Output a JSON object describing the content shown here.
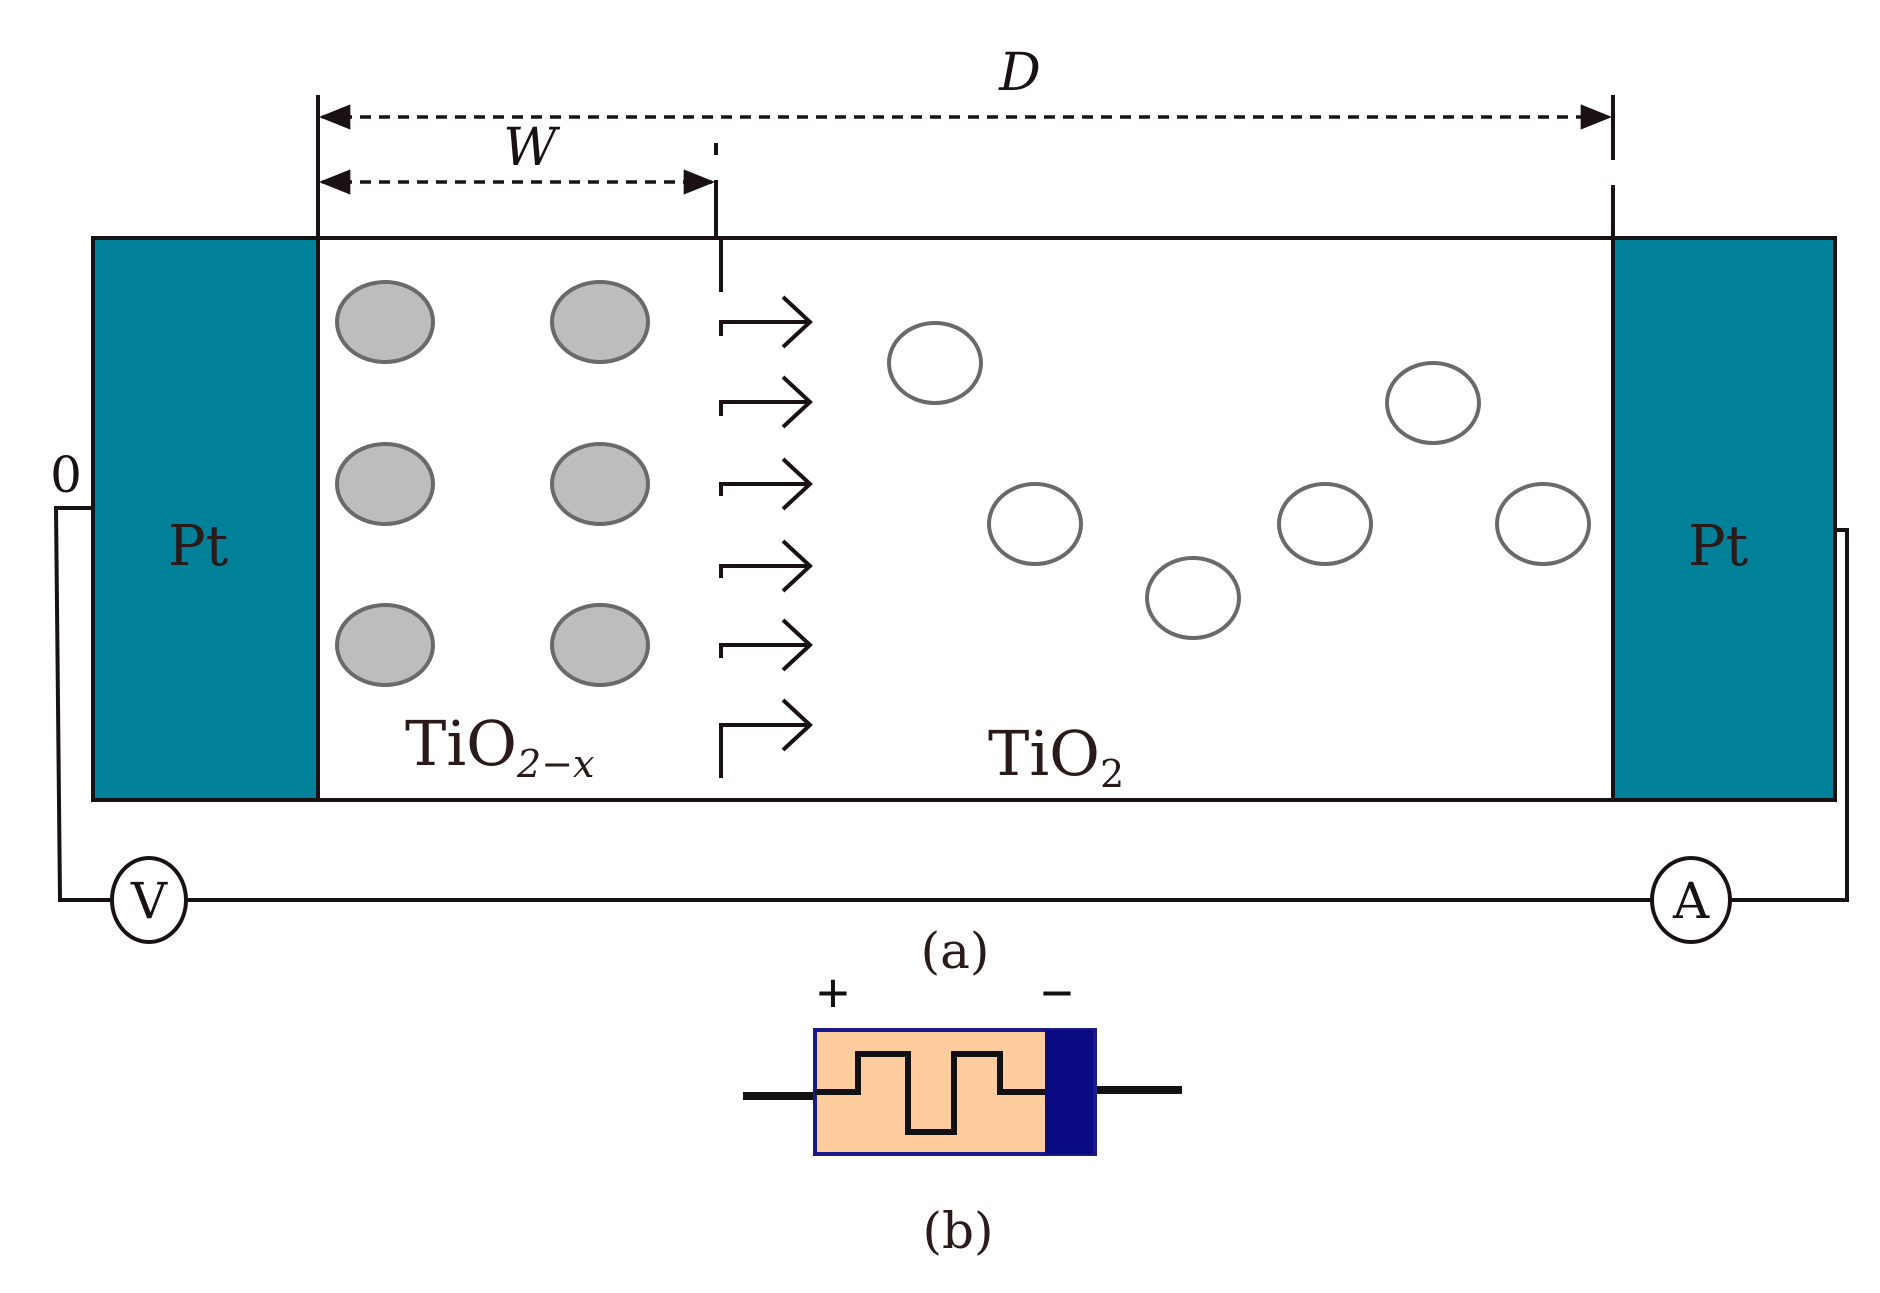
{
  "labels": {
    "d": "D",
    "w": "W",
    "pt_left": "Pt",
    "pt_right": "Pt",
    "tio2x_main": "TiO",
    "tio2x_sub": "2−x",
    "tio2_main": "TiO",
    "tio2_sub": "2",
    "zero": "0",
    "voltmeter": "V",
    "ammeter": "A",
    "caption_a": "(a)",
    "caption_b": "(b)",
    "plus": "+",
    "minus": "−"
  },
  "colors": {
    "electrode": "#00819a",
    "outline": "#1a1212",
    "doped_particle": "#bdbdbd",
    "memristor_body": "#ffcc9e",
    "memristor_band": "#0a0a82",
    "memristor_border": "#1a1a8a"
  },
  "icons": {
    "doped_particle": "filled-circle",
    "vacancy": "hollow-circle",
    "drift_arrow": "right-arrow",
    "meter": "circled-letter",
    "memristor": "memristor-symbol"
  }
}
